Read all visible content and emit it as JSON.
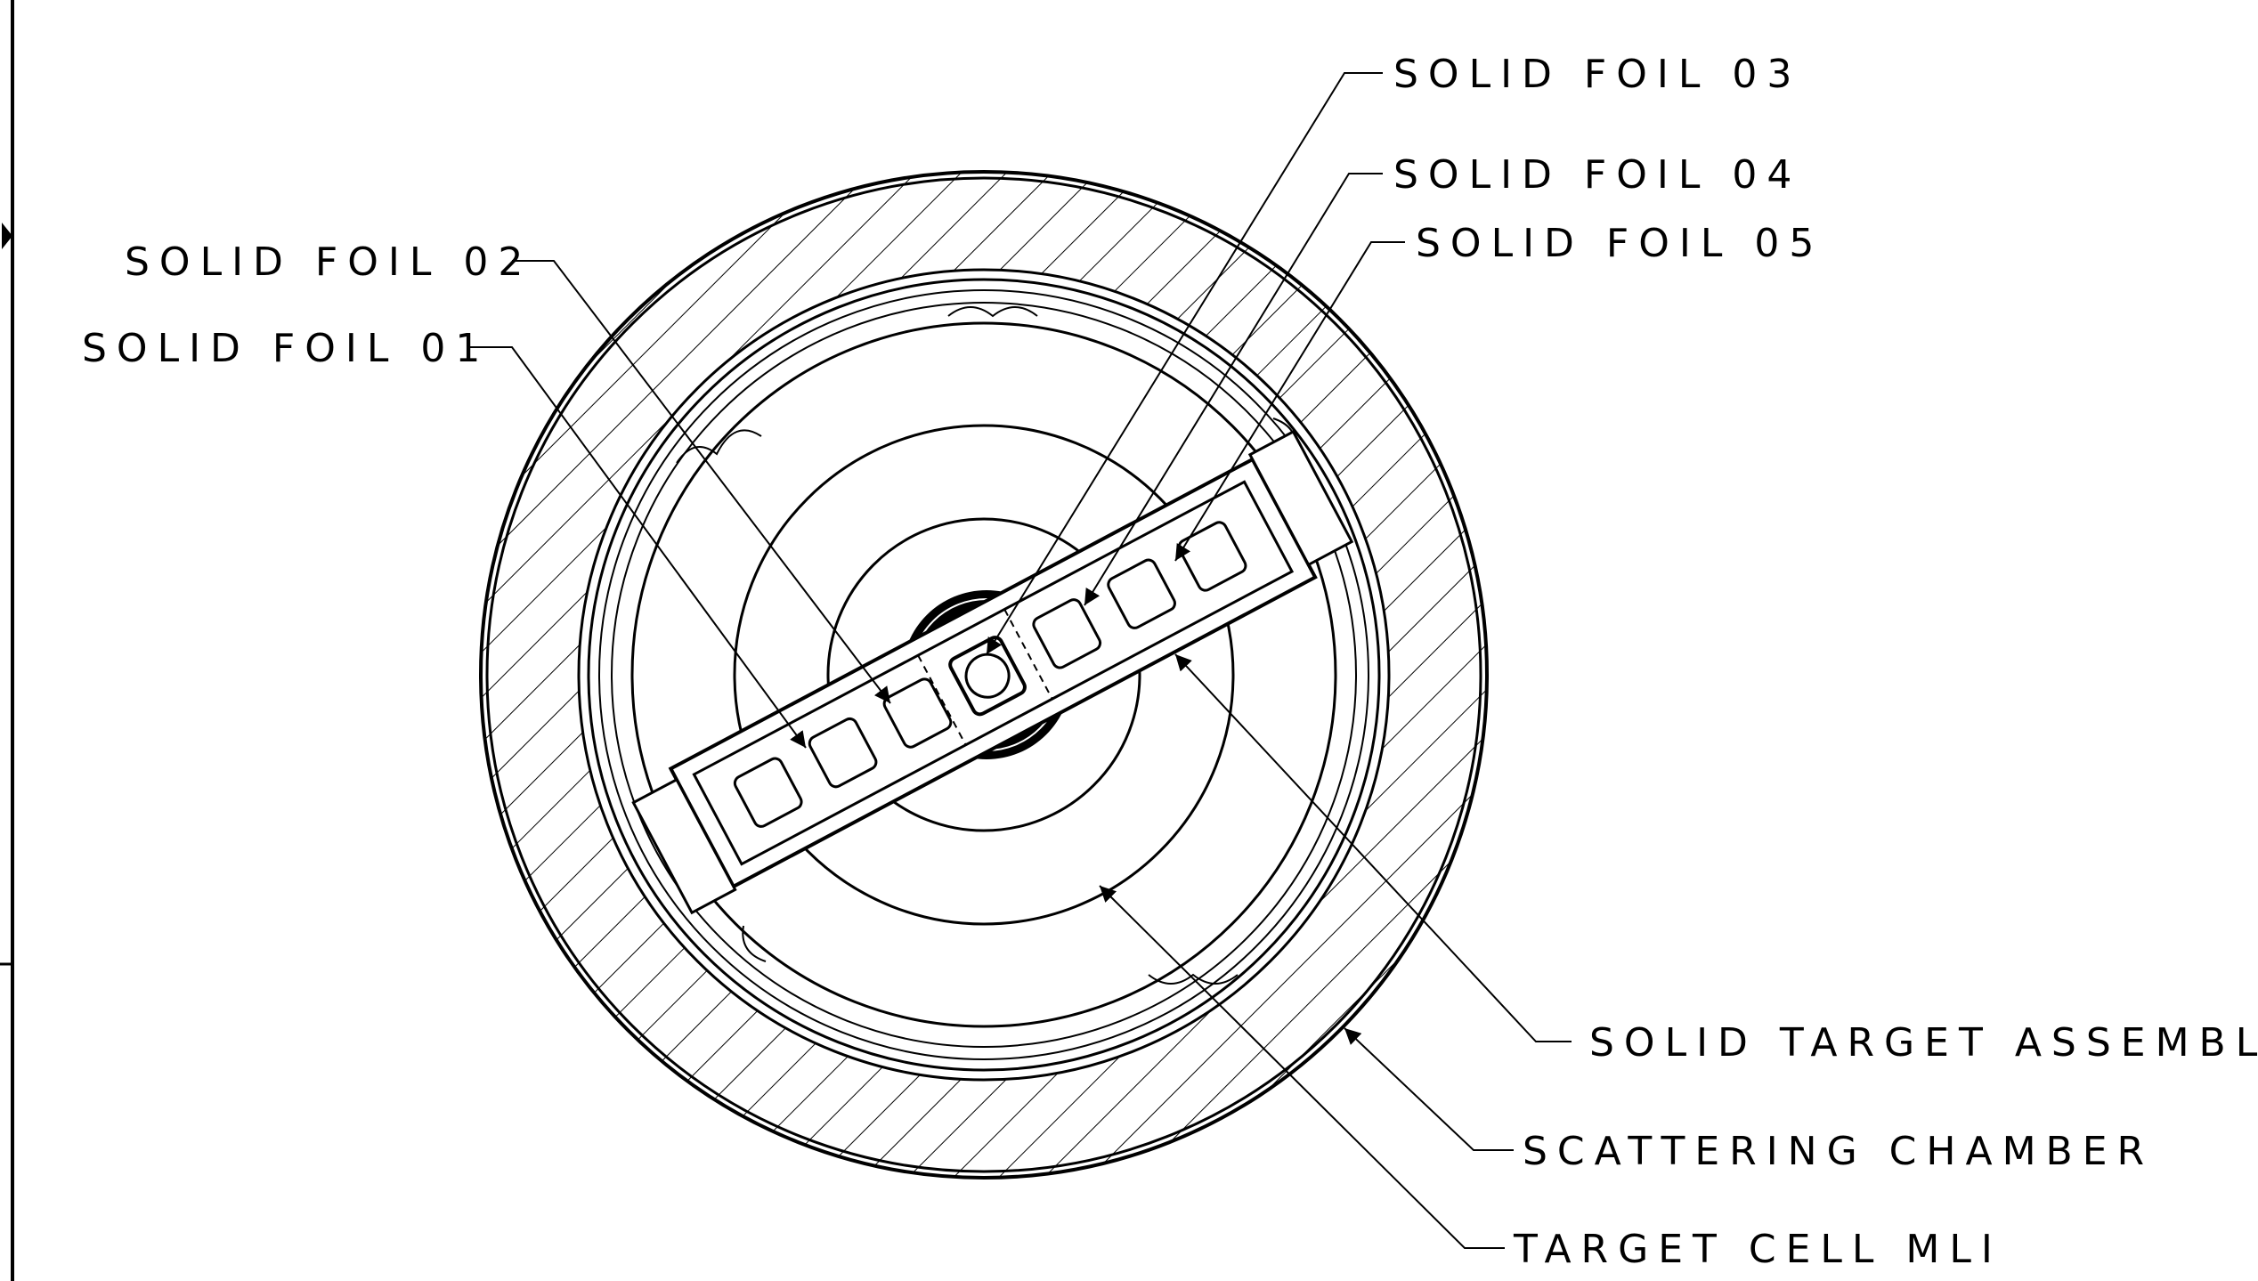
{
  "drawing": {
    "line_color": "#000000",
    "background_color": "#ffffff",
    "callouts": [
      {
        "id": "foil03",
        "label": "SOLID FOIL 03"
      },
      {
        "id": "foil04",
        "label": "SOLID FOIL 04"
      },
      {
        "id": "foil05",
        "label": "SOLID FOIL 05"
      },
      {
        "id": "foil02",
        "label": "SOLID FOIL 02"
      },
      {
        "id": "foil01",
        "label": "SOLID FOIL 01"
      },
      {
        "id": "assembly",
        "label": "SOLID TARGET ASSEMBLY"
      },
      {
        "id": "chamber",
        "label": "SCATTERING CHAMBER"
      },
      {
        "id": "mli",
        "label": "TARGET CELL MLI"
      }
    ]
  }
}
